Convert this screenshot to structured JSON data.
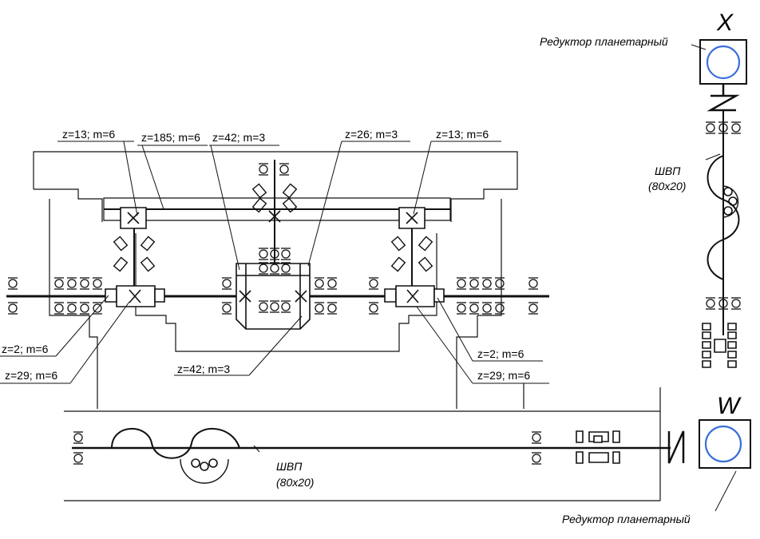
{
  "axes": {
    "x_label": "X",
    "w_label": "W"
  },
  "reducer_label": "Редуктор планетарный",
  "ballscrew_label": "ШВП",
  "ballscrew_size": "(80х20)",
  "gear_labels": {
    "top_left_z13": "z=13; m=6",
    "z185": "z=185; m=6",
    "z42_top": "z=42; m=3",
    "z26": "z=26; m=3",
    "top_right_z13": "z=13; m=6",
    "left_z2": "z=2; m=6",
    "left_z29": "z=29; m=6",
    "z42_bottom": "z=42; m=3",
    "right_z2": "z=2; m=6",
    "right_z29": "z=29; m=6"
  },
  "colors": {
    "line": "#111111",
    "motor_circle": "#3a6fd8"
  }
}
